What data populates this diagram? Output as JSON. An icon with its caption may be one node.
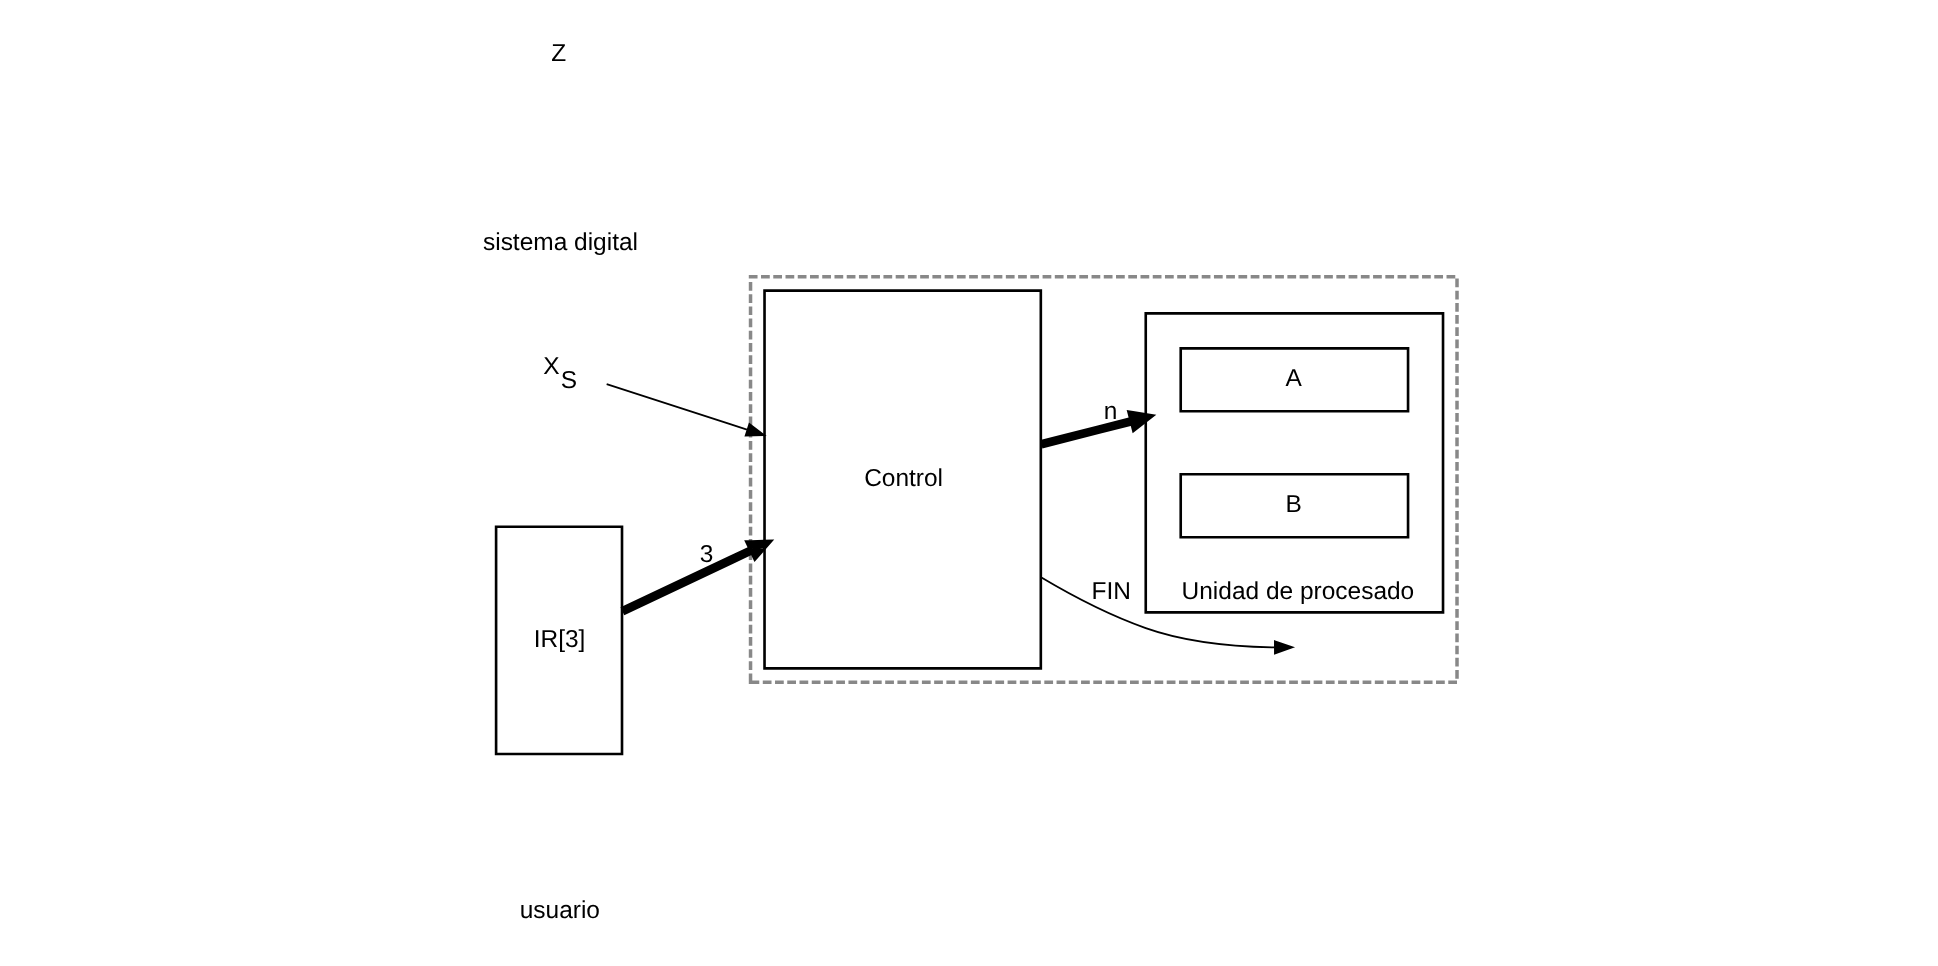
{
  "diagram": {
    "nodes": [
      {
        "text": [],
        "shape": "box"
      },
      {
        "text": [
          "X$_{S}$"
        ]
      },
      {
        "text": [
          "IR[3]"
        ]
      },
      {
        "text": [
          "Control"
        ],
        "in": 0
      },
      {
        "text": [
          "Unidad de procesado"
        ],
        "in": 0
      },
      {
        "text": [
          "A"
        ],
        "in": 4
      },
      {
        "text": [
          "B"
        ],
        "in": 4
      }
    ],
    "edges": [
      {
        "from": 1,
        "to": 3,
        "arrow": "to"
      },
      {
        "from": 2,
        "to": 3,
        "arrow": "to",
        "label": "3",
        "style": "thick"
      },
      {
        "from": 3,
        "to": null,
        "arrow": "to",
        "label": "FIN"
      },
      {
        "from": 3,
        "to": 4,
        "arrow": "to",
        "label": "n",
        "style": "thick"
      }
    ],
    "labels": [
      "Z",
      "usuario",
      "sistema digital"
    ]
  }
}
